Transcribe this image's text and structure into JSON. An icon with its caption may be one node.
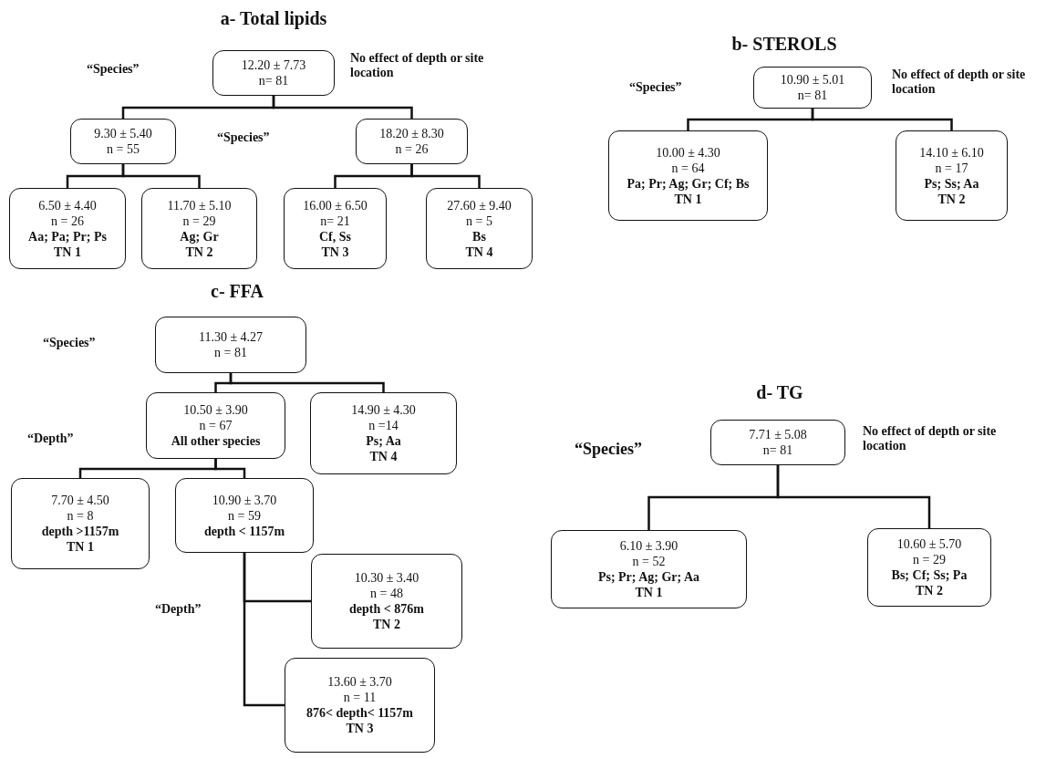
{
  "diagram": {
    "nodes": [
      {
        "text": [
          "12.20 ± 7.73",
          "n= 81"
        ]
      },
      {
        "text": [
          "9.30 ± 5.40",
          "n = 55"
        ]
      },
      {
        "text": [
          "18.20 ± 8.30",
          "n = 26"
        ]
      },
      {
        "text": [
          "6.50 ± 4.40",
          "n = 26",
          "Aa; Pa; Pr; Ps",
          "TN 1"
        ]
      },
      {
        "text": [
          "11.70 ± 5.10",
          "n = 29",
          "Ag; Gr",
          "TN 2"
        ]
      },
      {
        "text": [
          "16.00 ± 6.50",
          "n= 21",
          "Cf, Ss",
          "TN 3"
        ]
      },
      {
        "text": [
          "27.60 ± 9.40",
          "n = 5",
          "Bs",
          "TN 4"
        ]
      },
      {
        "text": [
          "10.90 ± 5.01",
          "n= 81"
        ]
      },
      {
        "text": [
          "10.00 ± 4.30",
          "n = 64",
          "Pa; Pr; Ag; Gr; Cf; Bs",
          "TN 1"
        ]
      },
      {
        "text": [
          "14.10 ± 6.10",
          "n = 17",
          "Ps; Ss; Aa",
          "TN 2"
        ]
      },
      {
        "text": [
          "11.30 ± 4.27",
          "n = 81"
        ]
      },
      {
        "text": [
          "10.50 ± 3.90",
          "n = 67",
          "All other species"
        ]
      },
      {
        "text": [
          "14.90 ± 4.30",
          "n =14",
          "Ps; Aa",
          "TN 4"
        ]
      },
      {
        "text": [
          "7.70 ± 4.50",
          "n = 8",
          "depth >1157m",
          "TN 1"
        ]
      },
      {
        "text": [
          "10.90 ± 3.70",
          "n = 59",
          "depth < 1157m"
        ]
      },
      {
        "text": [
          "10.30 ± 3.40",
          "n = 48",
          "depth < 876m",
          "TN 2"
        ]
      },
      {
        "text": [
          "13.60 ± 3.70",
          "n = 11",
          "876< depth< 1157m",
          "TN 3"
        ]
      },
      {
        "text": [
          "7.71 ± 5.08",
          "n= 81"
        ]
      },
      {
        "text": [
          "6.10 ± 3.90",
          "n = 52",
          "Ps; Pr; Ag; Gr; Aa",
          "TN 1"
        ]
      },
      {
        "text": [
          "10.60 ± 5.70",
          "n = 29",
          "Bs; Cf; Ss; Pa",
          "TN 2"
        ]
      }
    ],
    "edges": [
      {
        "from": 0,
        "to": 1,
        "arrow": "none"
      },
      {
        "from": 0,
        "to": 2,
        "arrow": "none"
      },
      {
        "from": 1,
        "to": 3,
        "arrow": "none"
      },
      {
        "from": 1,
        "to": 4,
        "arrow": "none"
      },
      {
        "from": 2,
        "to": 5,
        "arrow": "none"
      },
      {
        "from": 2,
        "to": 6,
        "arrow": "none"
      },
      {
        "from": 7,
        "to": 8,
        "arrow": "none"
      },
      {
        "from": 7,
        "to": 9,
        "arrow": "none"
      },
      {
        "from": 10,
        "to": 11,
        "arrow": "none"
      },
      {
        "from": 10,
        "to": 12,
        "arrow": "none"
      },
      {
        "from": 11,
        "to": 13,
        "arrow": "none"
      },
      {
        "from": 11,
        "to": 14,
        "arrow": "none"
      },
      {
        "from": 14,
        "to": 15,
        "arrow": "none"
      },
      {
        "from": 14,
        "to": 16,
        "arrow": "none"
      },
      {
        "from": 17,
        "to": 18,
        "arrow": "none"
      },
      {
        "from": 17,
        "to": 19,
        "arrow": "none"
      }
    ],
    "labels": [
      "a- Total lipids",
      "b- STEROLS",
      "“Species”",
      "No effect of depth or site location",
      "“Species”",
      "No effect of depth or site location",
      "“Species”",
      "c- FFA",
      "“Species”",
      "“Depth”",
      "d- TG",
      "“Species”",
      "No effect of depth or site location",
      "“Depth”"
    ]
  }
}
